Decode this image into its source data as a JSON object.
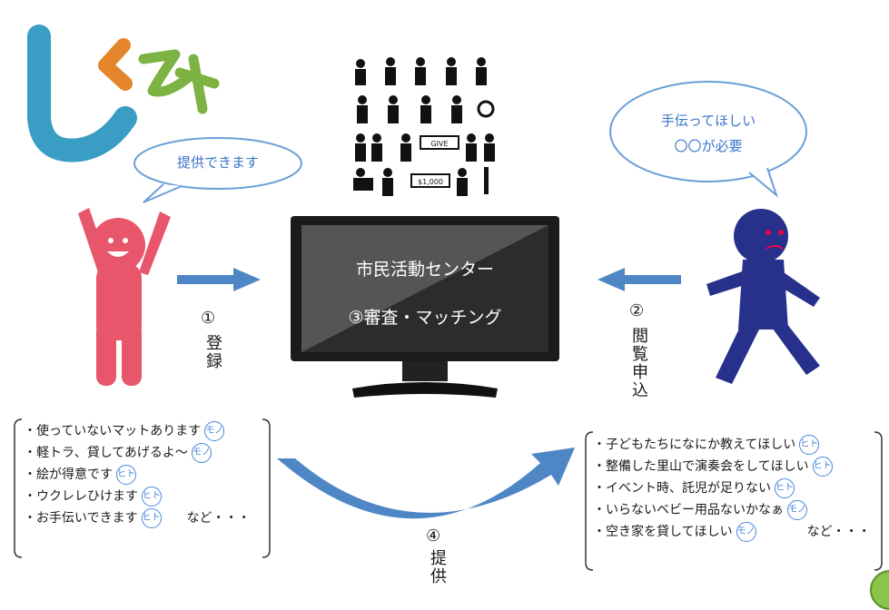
{
  "title": "しくみ",
  "bubbles": {
    "left": "提供できます",
    "right_line1": "手伝ってほしい",
    "right_line2": "〇〇が必要"
  },
  "monitor": {
    "line1": "市民活動センター",
    "line2": "③審査・マッチング"
  },
  "steps": {
    "register": {
      "num": "①",
      "label": "登録"
    },
    "apply": {
      "num": "②",
      "label": "閲覧申込"
    },
    "provide": {
      "num": "④",
      "label": "提供"
    }
  },
  "left_list": {
    "items": [
      {
        "text": "・使っていないマットあります",
        "tag": "モノ"
      },
      {
        "text": "・軽トラ、貸してあげるよ～",
        "tag": "モノ"
      },
      {
        "text": "・絵が得意です",
        "tag": "ヒト"
      },
      {
        "text": "・ウクレレひけます",
        "tag": "ヒト"
      },
      {
        "text": "・お手伝いできます",
        "tag": "ヒト"
      }
    ],
    "etc": "など・・・"
  },
  "right_list": {
    "items": [
      {
        "text": "・子どもたちになにか教えてほしい",
        "tag": "ヒト"
      },
      {
        "text": "・整備した里山で演奏会をしてほしい",
        "tag": "ヒト"
      },
      {
        "text": "・イベント時、託児が足りない",
        "tag": "ヒト"
      },
      {
        "text": "・いらないベビー用品ないかなぁ",
        "tag": "モノ"
      },
      {
        "text": "・空き家を貸してほしい",
        "tag": "モノ"
      }
    ],
    "etc": "など・・・"
  },
  "icons_panel": {
    "sign": "GIVE",
    "money": "$1,000"
  },
  "colors": {
    "arrow": "#4f86c6",
    "bubble_stroke": "#6aa0d8",
    "happy_figure": "#e8566c",
    "sad_figure": "#27318c",
    "title_shi": "#3a9ec4",
    "title_ku": "#e4852b",
    "title_mi": "#7cb342"
  }
}
